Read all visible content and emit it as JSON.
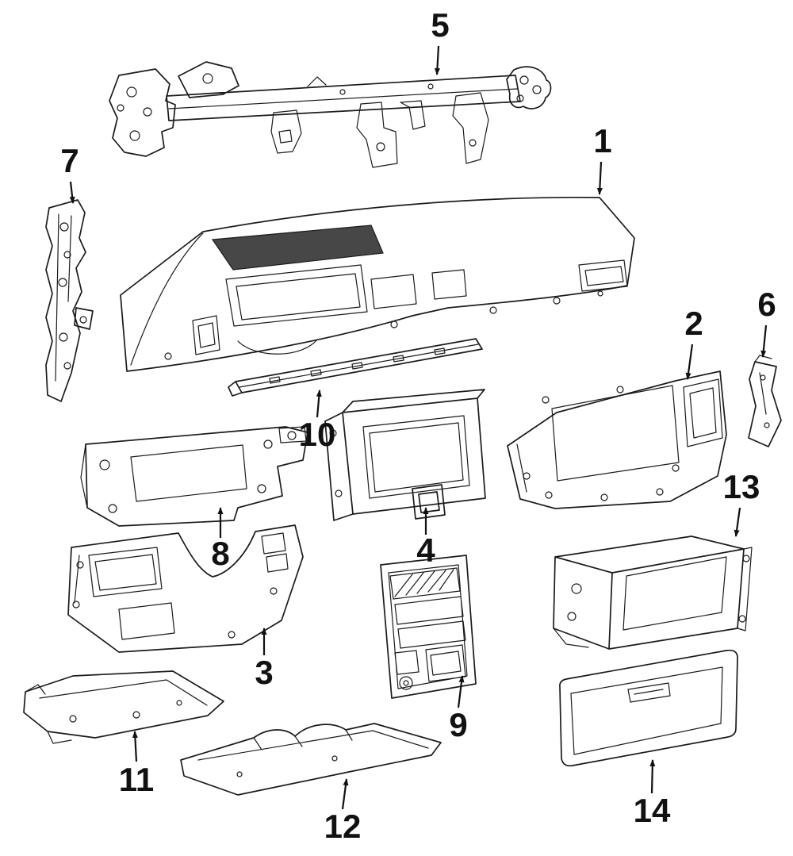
{
  "diagram": {
    "kind": "exploded-parts-diagram",
    "colors": {
      "background": "#ffffff",
      "ink": "#1b1b1b",
      "shading": "#474747",
      "callout_text": "#111111"
    },
    "callouts": [
      {
        "label": "1"
      },
      {
        "label": "2"
      },
      {
        "label": "3"
      },
      {
        "label": "4"
      },
      {
        "label": "5"
      },
      {
        "label": "6"
      },
      {
        "label": "7"
      },
      {
        "label": "8"
      },
      {
        "label": "9"
      },
      {
        "label": "10"
      },
      {
        "label": "11"
      },
      {
        "label": "12"
      },
      {
        "label": "13"
      },
      {
        "label": "14"
      }
    ]
  }
}
